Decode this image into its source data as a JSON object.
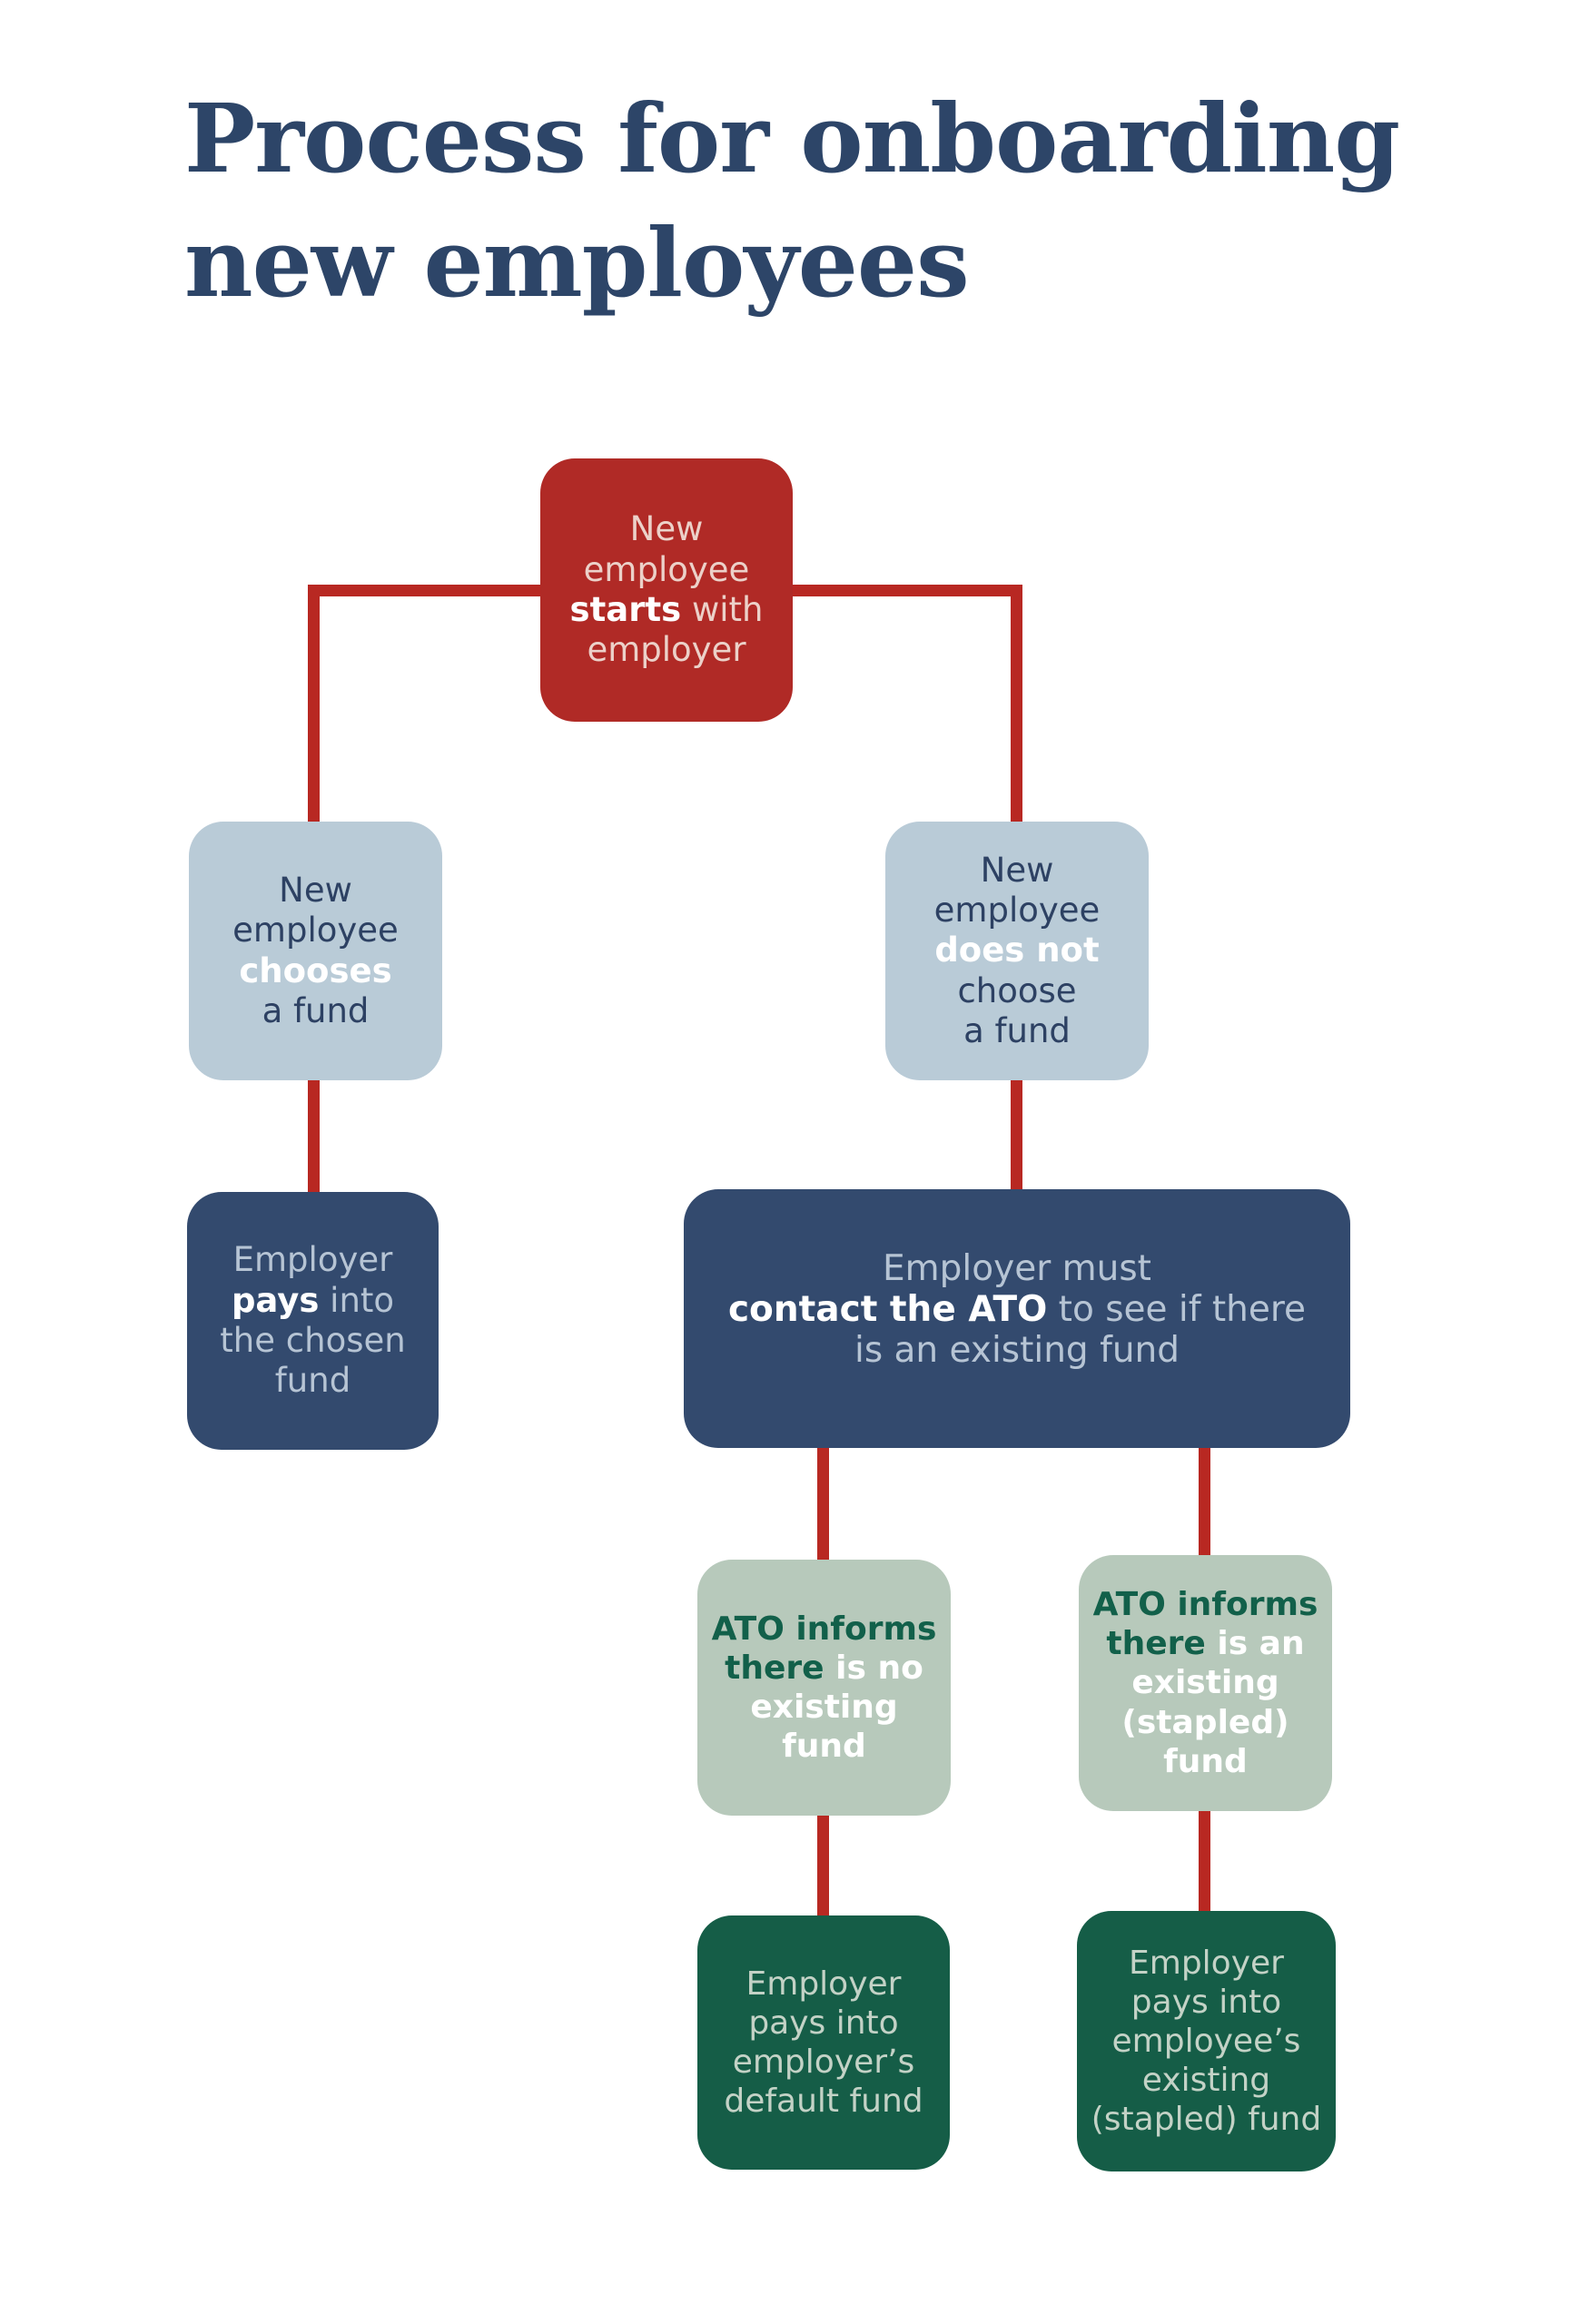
{
  "palette": {
    "background": "#ffffff",
    "title_text": "#2d4568",
    "connector_red": "#b82822",
    "emphasis_text": "#ffffff",
    "node_red_bg": "#b02a26",
    "node_red_text": "#ecd1c9",
    "node_blue_bg": "#b9cbd7",
    "node_blue_text": "#2d4163",
    "node_navy_bg": "#334a6e",
    "node_navy_text": "#b6c4d4",
    "node_sage_bg": "#b7c9bb",
    "node_sage_text": "#12604a",
    "node_green_bg": "#155d47",
    "node_green_text": "#c3d2c6"
  },
  "title": {
    "text": "Process for onboarding\nnew employees"
  },
  "nodes": {
    "red_top": {
      "segments": [
        {
          "t": "New\nemployee\n"
        },
        {
          "t": "starts"
        },
        {
          "t": " with\nemployer"
        }
      ]
    },
    "blue_left": {
      "segments": [
        {
          "t": "New\nemployee\n"
        },
        {
          "t": "chooses"
        },
        {
          "t": "\na fund"
        }
      ]
    },
    "blue_right": {
      "segments": [
        {
          "t": "New\nemployee\n"
        },
        {
          "t": "does not"
        },
        {
          "t": "\nchoose\na fund"
        }
      ]
    },
    "navy_left": {
      "segments": [
        {
          "t": "Employer\n"
        },
        {
          "t": "pays"
        },
        {
          "t": " into\nthe chosen\nfund"
        }
      ]
    },
    "navy_wide": {
      "segments": [
        {
          "t": "Employer must\n"
        },
        {
          "t": "contact the ATO"
        },
        {
          "t": " to see if there\nis an existing fund"
        }
      ]
    },
    "sage_left": {
      "segments": [
        {
          "t": "ATO informs\nthere "
        },
        {
          "t": "is no\nexisting\nfund"
        }
      ]
    },
    "sage_right": {
      "segments": [
        {
          "t": "ATO informs\nthere "
        },
        {
          "t": "is an\nexisting\n(stapled) fund"
        }
      ]
    },
    "green_left": {
      "segments": [
        {
          "t": "Employer\npays into\nemployer’s\ndefault fund"
        }
      ]
    },
    "green_right": {
      "segments": [
        {
          "t": "Employer\npays into\nemployee’s\nexisting\n(stapled) fund"
        }
      ]
    }
  }
}
